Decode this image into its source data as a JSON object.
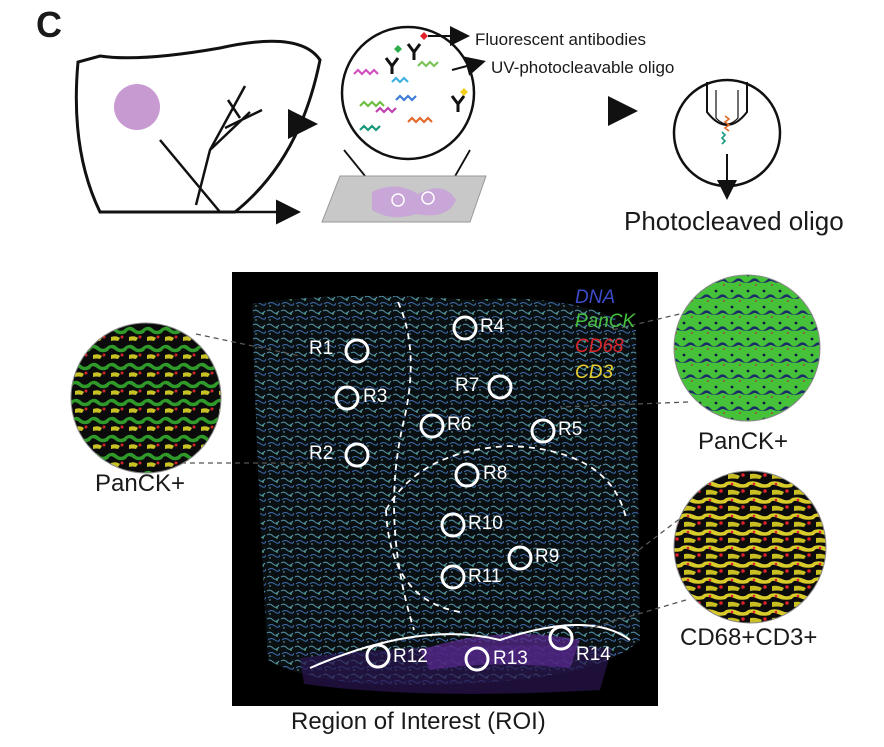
{
  "panel_letter": "C",
  "schematic": {
    "fluorescent_antibodies": "Fluorescent antibodies",
    "uv_photocleavable_oligo": "UV-photocleavable oligo",
    "photocleaved_oligo": "Photocleaved oligo"
  },
  "legend": [
    {
      "label": "DNA",
      "color": "#3c4bc8"
    },
    {
      "label": "PanCK",
      "color": "#45c03d"
    },
    {
      "label": "CD68",
      "color": "#d8262b"
    },
    {
      "label": "CD3",
      "color": "#e6cc30"
    }
  ],
  "rois": [
    "R1",
    "R2",
    "R3",
    "R4",
    "R5",
    "R6",
    "R7",
    "R8",
    "R9",
    "R10",
    "R11",
    "R12",
    "R13",
    "R14"
  ],
  "callouts": {
    "panck_left": "PanCK+",
    "panck_right": "PanCK+",
    "cd68_cd3": "CD68+CD3+"
  },
  "roi_title": "Region of Interest (ROI)",
  "colors": {
    "tissue_dark": "#0a0a0a",
    "liver_fill": "#c89ad2",
    "slide_gray": "#c8c8c8",
    "tissue_lavender": "#c8a6d8"
  }
}
